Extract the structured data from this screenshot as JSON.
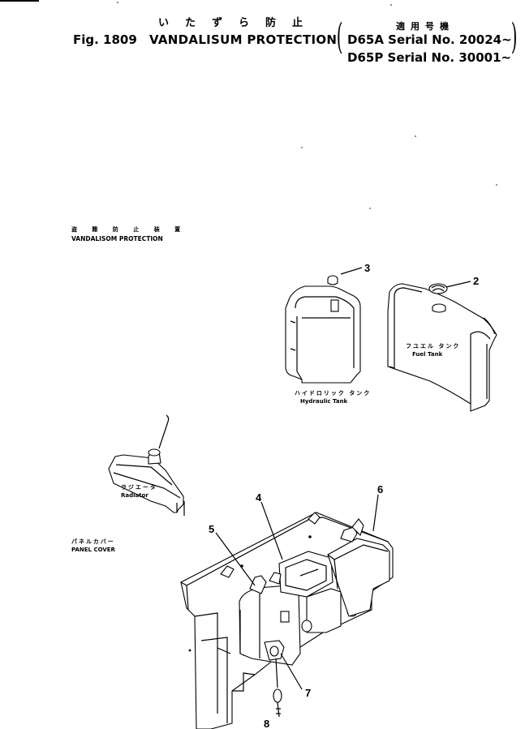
{
  "header": {
    "title_jp": "いたずら防止",
    "serial_jp": "適用号機",
    "fig_label": "Fig. 1809",
    "title_en": "VANDALISUM PROTECTION",
    "serial_1": "D65A Serial No. 20024~",
    "serial_2": "D65P Serial No. 30001~"
  },
  "section": {
    "label_jp": "盗 難 防 止 装 置",
    "label_en": "VANDALISOM PROTECTION"
  },
  "components": {
    "hydraulic_tank_jp": "ハイドロリック タンク",
    "hydraulic_tank_en": "Hydraulic Tank",
    "fuel_tank_jp": "フユエル タンク",
    "fuel_tank_en": "Fuel Tank",
    "radiator_jp": "ラジエータ",
    "radiator_en": "Radiator",
    "panel_cover_jp": "パネルカバー",
    "panel_cover_en": "PANEL COVER"
  },
  "callouts": [
    "2",
    "3",
    "4",
    "5",
    "6",
    "7",
    "8"
  ]
}
